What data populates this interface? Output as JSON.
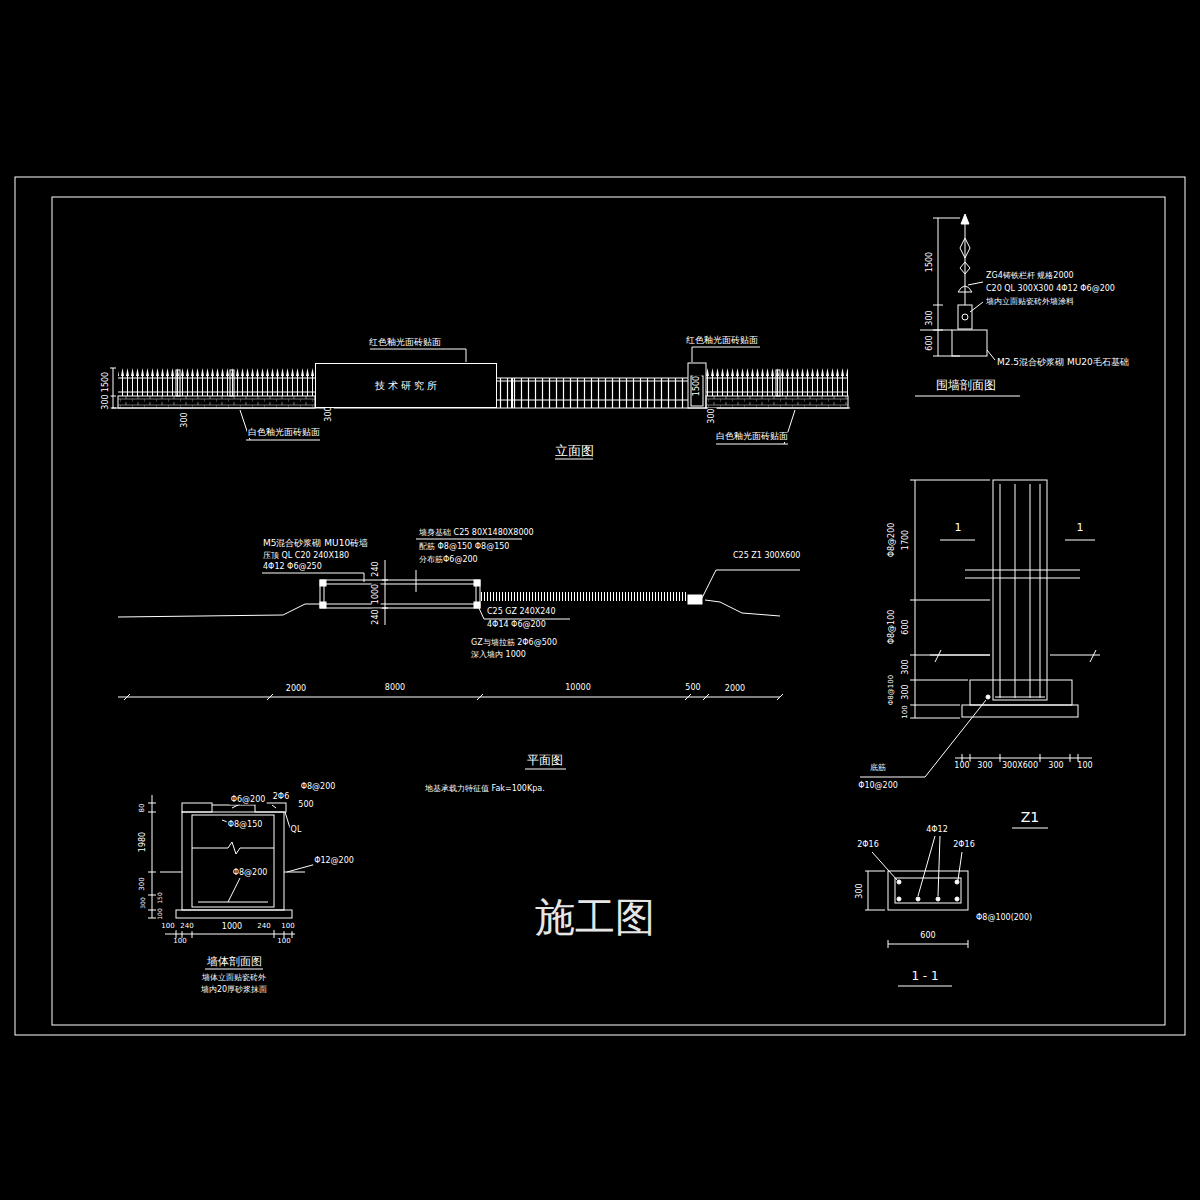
{
  "diagram": {
    "title": "施工图",
    "nodes": [
      {
        "text": [
          "技 术 研 究 所"
        ]
      }
    ],
    "labels": [
      "红色釉光面砖贴面",
      "红色釉光面砖贴面",
      "1500",
      "300",
      "300",
      "2000",
      "300",
      "1500",
      "300",
      "白色釉光面砖贴面",
      "白色釉光面砖贴面",
      "立面图",
      "1500",
      "300",
      "600",
      "ZG4铸铁栏杆 规格2000",
      "C20 QL 300X300 4Φ12 Φ6@200",
      "墙内立面贴瓷砖外墙涂料",
      "M2.5混合砂浆砌 MU20毛石基础",
      "围墙剖面图",
      "M5混合砂浆砌 MU10砖墙",
      "压顶 QL C20 240X180",
      "4Φ12 Φ6@250",
      "墙身基础 C25 80X1480X8000",
      "配筋 Φ8@150 Φ8@150",
      "分布筋Φ6@200",
      "C25 Z1 300X600",
      "240",
      "1000",
      "240",
      "C25 GZ 240X240",
      "4Φ14 Φ6@200",
      "GZ与墙拉筋 2Φ6@500",
      "深入墙内 1000",
      "2000",
      "8000",
      "10000",
      "500",
      "2000",
      "平面图",
      "地基承载力特征值 Fak=100Kpa.",
      "1",
      "1",
      "Φ8@200",
      "1700",
      "Φ8@100",
      "600",
      "Φ8@100",
      "300",
      "300",
      "100",
      "底筋",
      "Φ10@200",
      "100",
      "300",
      "300X600",
      "300",
      "100",
      "Z1",
      "2Φ16",
      "4Φ12",
      "2Φ16",
      "300",
      "Φ8@100(200)",
      "600",
      "1 - 1",
      "Φ6@200",
      "2Φ6",
      "Φ8@200",
      "Φ8@150",
      "500",
      "QL",
      "Φ12@200",
      "Φ8@200",
      "80",
      "1980",
      "300",
      "150",
      "300",
      "100",
      "100",
      "240",
      "1000",
      "240",
      "100",
      "100",
      "100",
      "墙体剖面图",
      "墙体立面贴瓷砖外",
      "墙内20厚砂浆抹面"
    ]
  }
}
